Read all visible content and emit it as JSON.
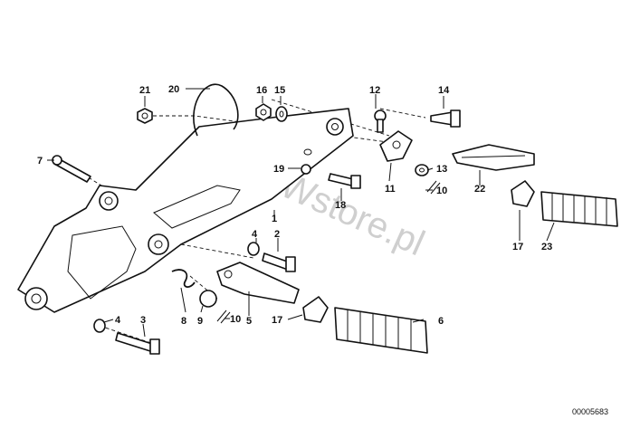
{
  "labels": {
    "l1": "1",
    "l2": "2",
    "l3": "3",
    "l4a": "4",
    "l4b": "4",
    "l5": "5",
    "l6": "6",
    "l7": "7",
    "l8": "8",
    "l9": "9",
    "l10a": "10",
    "l10b": "10",
    "l11": "11",
    "l12": "12",
    "l13": "13",
    "l14": "14",
    "l15": "15",
    "l16": "16",
    "l17a": "17",
    "l17b": "17",
    "l18": "18",
    "l19": "19",
    "l20": "20",
    "l21": "21",
    "l22": "22",
    "l23": "23"
  },
  "watermark": "BMWstore.pl",
  "reference_number": "00005683"
}
